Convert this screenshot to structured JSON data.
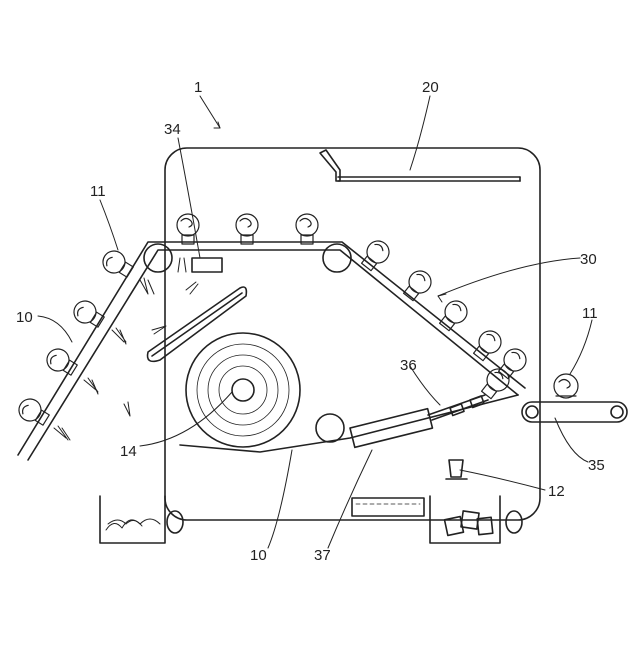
{
  "figure": {
    "ref_machine": "1",
    "ref_cover": "20",
    "ref_sensor": "34",
    "ref_plant_left": "11",
    "ref_plant_right": "11",
    "ref_belt_left": "10",
    "ref_belt_bottom": "10",
    "ref_conveyor_incline": "30",
    "ref_guide": "36",
    "ref_roll": "14",
    "ref_out_conveyor": "35",
    "ref_cup": "12",
    "ref_tray": "37"
  }
}
